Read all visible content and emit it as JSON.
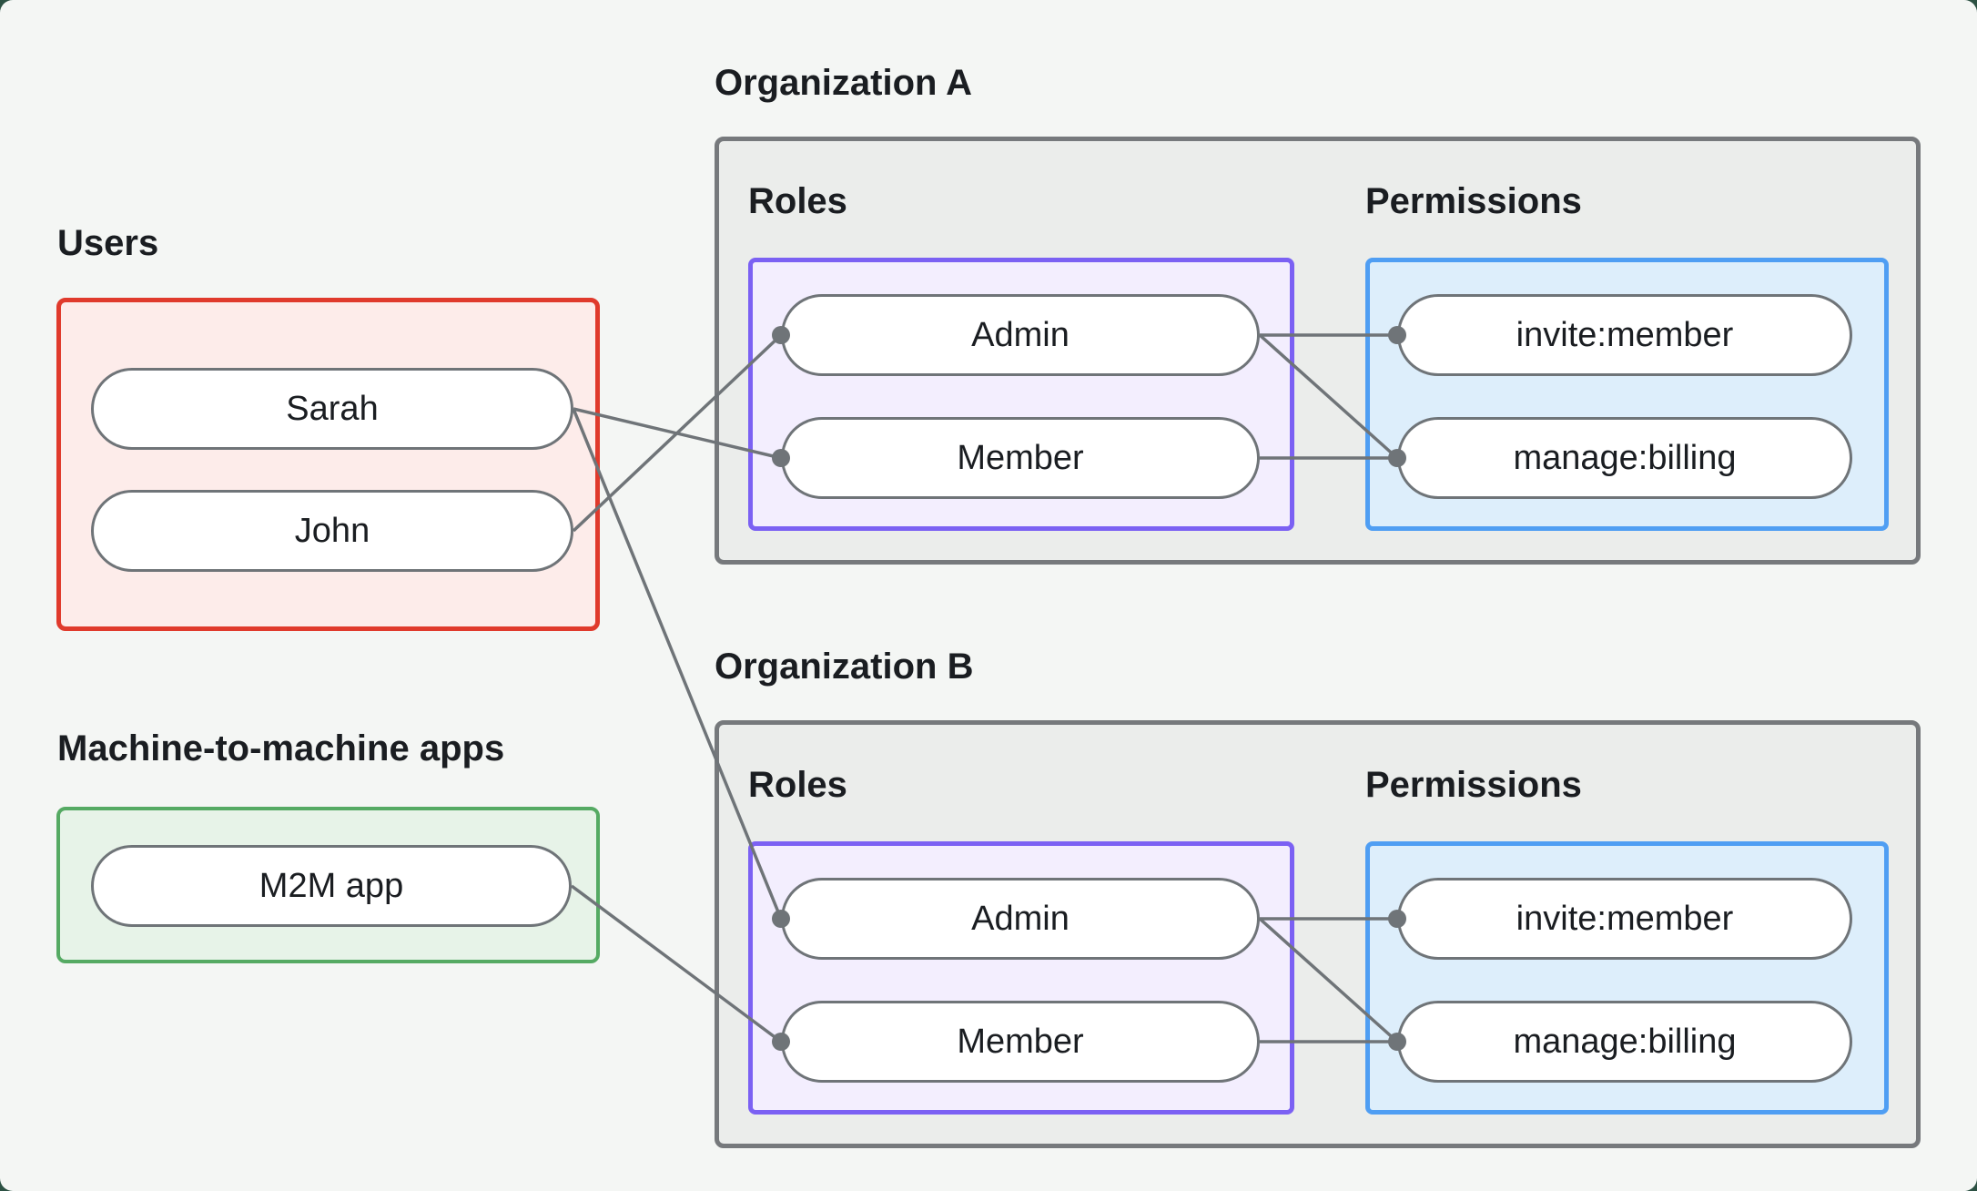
{
  "left_column": {
    "users_heading": "Users",
    "users": [
      "Sarah",
      "John"
    ],
    "m2m_heading": "Machine-to-machine apps",
    "m2m_apps": [
      "M2M app"
    ]
  },
  "orgs": [
    {
      "title": "Organization A",
      "roles_label": "Roles",
      "permissions_label": "Permissions",
      "roles": [
        "Admin",
        "Member"
      ],
      "permissions": [
        "invite:member",
        "manage:billing"
      ]
    },
    {
      "title": "Organization B",
      "roles_label": "Roles",
      "permissions_label": "Permissions",
      "roles": [
        "Admin",
        "Member"
      ],
      "permissions": [
        "invite:member",
        "manage:billing"
      ]
    }
  ],
  "connections": [
    {
      "from": "user-sarah",
      "to": "orgA-role-member"
    },
    {
      "from": "user-john",
      "to": "orgA-role-admin"
    },
    {
      "from": "user-sarah",
      "to": "orgB-role-admin"
    },
    {
      "from": "m2m-app",
      "to": "orgB-role-member"
    },
    {
      "from": "orgA-role-admin",
      "to": "orgA-perm-invite"
    },
    {
      "from": "orgA-role-admin",
      "to": "orgA-perm-manage"
    },
    {
      "from": "orgA-role-member",
      "to": "orgA-perm-manage"
    },
    {
      "from": "orgB-role-admin",
      "to": "orgB-perm-invite"
    },
    {
      "from": "orgB-role-admin",
      "to": "orgB-perm-manage"
    },
    {
      "from": "orgB-role-member",
      "to": "orgB-perm-manage"
    }
  ],
  "colors": {
    "background": "#f4f6f4",
    "outer_frame": "#2c5143",
    "text": "#1a1d21",
    "node_stroke": "#6f7478",
    "connector": "#6f7478",
    "users_border": "#e03a2c",
    "users_fill": "#fdecea",
    "m2m_border": "#55aa63",
    "m2m_fill": "#e7f3e8",
    "org_border": "#76797c",
    "org_fill": "#ebedeb",
    "roles_border": "#7b61f3",
    "roles_fill": "#f3eefe",
    "permissions_border": "#4f9ef3",
    "permissions_fill": "#ddeefb"
  }
}
